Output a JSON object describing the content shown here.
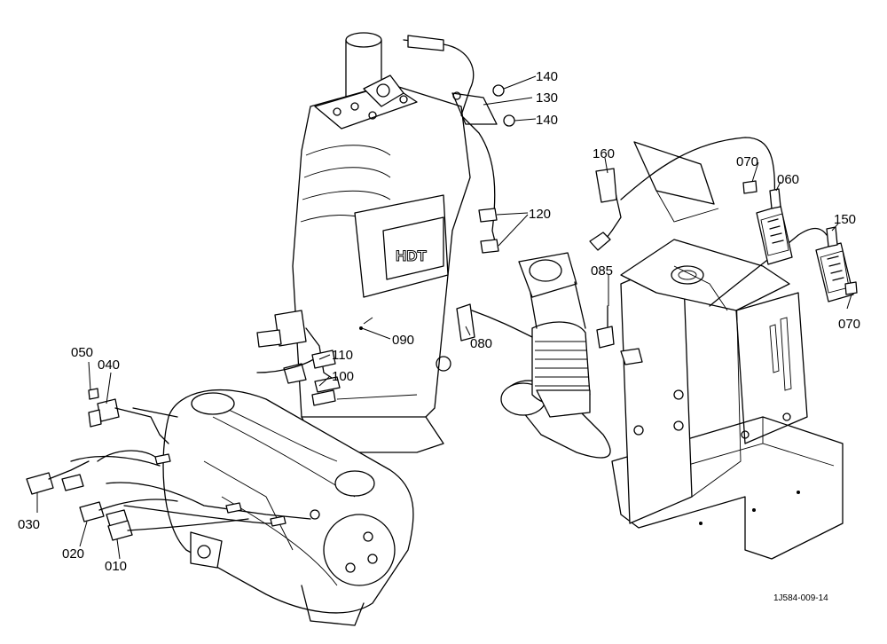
{
  "diagram": {
    "reference_code": "1J584-009-14",
    "plate_label": "HDT",
    "callouts": [
      {
        "id": "p140a",
        "text": "140"
      },
      {
        "id": "p130",
        "text": "130"
      },
      {
        "id": "p140b",
        "text": "140"
      },
      {
        "id": "p160",
        "text": "160"
      },
      {
        "id": "p070a",
        "text": "070"
      },
      {
        "id": "p060",
        "text": "060"
      },
      {
        "id": "p120",
        "text": "120"
      },
      {
        "id": "p150",
        "text": "150"
      },
      {
        "id": "p085",
        "text": "085"
      },
      {
        "id": "p070b",
        "text": "070"
      },
      {
        "id": "p090",
        "text": "090"
      },
      {
        "id": "p080",
        "text": "080"
      },
      {
        "id": "p110",
        "text": "110"
      },
      {
        "id": "p100",
        "text": "100"
      },
      {
        "id": "p050",
        "text": "050"
      },
      {
        "id": "p040",
        "text": "040"
      },
      {
        "id": "p030",
        "text": "030"
      },
      {
        "id": "p020",
        "text": "020"
      },
      {
        "id": "p010",
        "text": "010"
      }
    ]
  }
}
